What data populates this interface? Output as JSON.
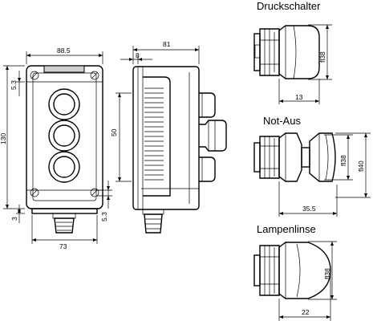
{
  "titles": {
    "pushbutton": "Druckschalter",
    "emergency_stop": "Not-Aus",
    "lamp_lens": "Lampenlinse"
  },
  "front_view": {
    "width": "88.5",
    "top_offset": "5.3",
    "height": "130",
    "bottom_offset": "3",
    "bottom_width": "73",
    "bottom_right_offset": "5.3"
  },
  "side_view": {
    "overall_depth": "81",
    "lip": "8",
    "button_pitch": "50"
  },
  "pushbutton": {
    "diameter": "38",
    "length": "13"
  },
  "emergency_stop": {
    "inner_diameter": "38",
    "outer_diameter": "40",
    "length": "35.5"
  },
  "lamp_lens": {
    "diameter": "38",
    "length": "22"
  }
}
